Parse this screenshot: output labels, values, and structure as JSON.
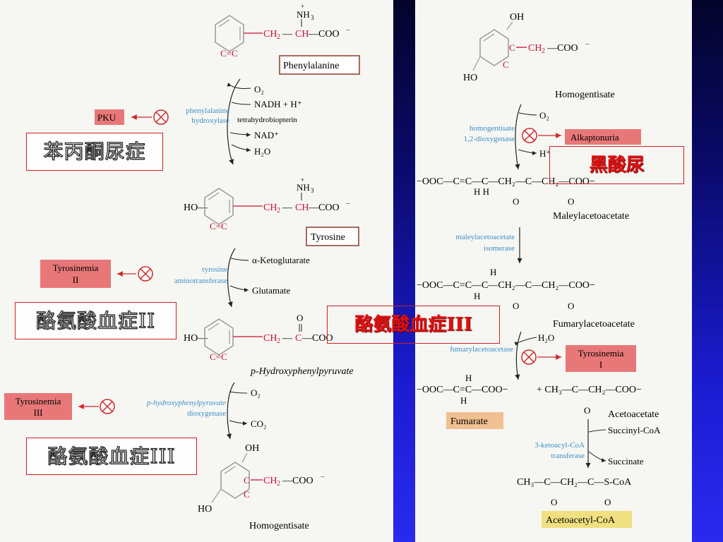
{
  "annotations_cn": {
    "pku": "苯丙酮尿症",
    "tyrosinemia2": "酪氨酸血症II",
    "tyrosinemia3": "酪氨酸血症III",
    "tyrosinemia3_center": "酪氨酸血症III",
    "alkaptonuria": "黑酸尿"
  },
  "compounds": {
    "phenylalanine": "Phenylalanine",
    "tyrosine": "Tyrosine",
    "hydroxyphenylpyruvate": "p-Hydroxyphenylpyruvate",
    "homogentisate_left": "Homogentisate",
    "homogentisate_right": "Homogentisate",
    "maleylacetoacetate": "Maleylacetoacetate",
    "fumarylacetoacetate": "Fumarylacetoacetate",
    "fumarate": "Fumarate",
    "acetoacetate": "Acetoacetate",
    "acetoacetyl_coa": "Acetoacetyl-CoA"
  },
  "enzymes": {
    "phe_hydroxylase": [
      "phenylalanine",
      "hydroxylase"
    ],
    "tyr_aminotransferase": [
      "tyrosine",
      "aminotransferase"
    ],
    "hpp_dioxygenase": [
      "p-hydroxyphenylpyruvate",
      "dioxygenase"
    ],
    "hg_dioxygenase": [
      "homogentisate",
      "1,2-dioxygenase"
    ],
    "maa_isomerase": [
      "maleylacetoacetate",
      "isomerase"
    ],
    "faa_hydrolase": "fumarylacetoacetase",
    "ketoacyl_transferase": [
      "3-ketoacyl-CoA",
      "transferase"
    ]
  },
  "cofactors": {
    "o2": "O₂",
    "nadh": "NADH + H⁺",
    "bh4": "tetrahydrobiopterin",
    "nad": "NAD⁺",
    "h2o": "H₂O",
    "akg": "α-Ketoglutarate",
    "glu": "Glutamate",
    "co2": "CO₂",
    "hplus": "H⁺",
    "succinyl_coa": "Succinyl-CoA",
    "succinate": "Succinate"
  },
  "diseases": {
    "pku": "PKU",
    "tyrosinemia2": [
      "Tyrosinemia",
      "II"
    ],
    "tyrosinemia3": [
      "Tyrosinemia",
      "III"
    ],
    "alkaptonuria": "Alkaptonuria",
    "tyrosinemia1": [
      "Tyrosinemia",
      "I"
    ]
  },
  "colors": {
    "enzyme": "#3a8fc8",
    "disease_fill": "#e87878",
    "box_border": "#8b3a2a",
    "fumarate_fill": "#f0c090",
    "acetoacetyl_fill": "#f0e080",
    "block_red": "#d02828",
    "carbon_red": "#c8102e",
    "annotation_border": "#d02020"
  }
}
